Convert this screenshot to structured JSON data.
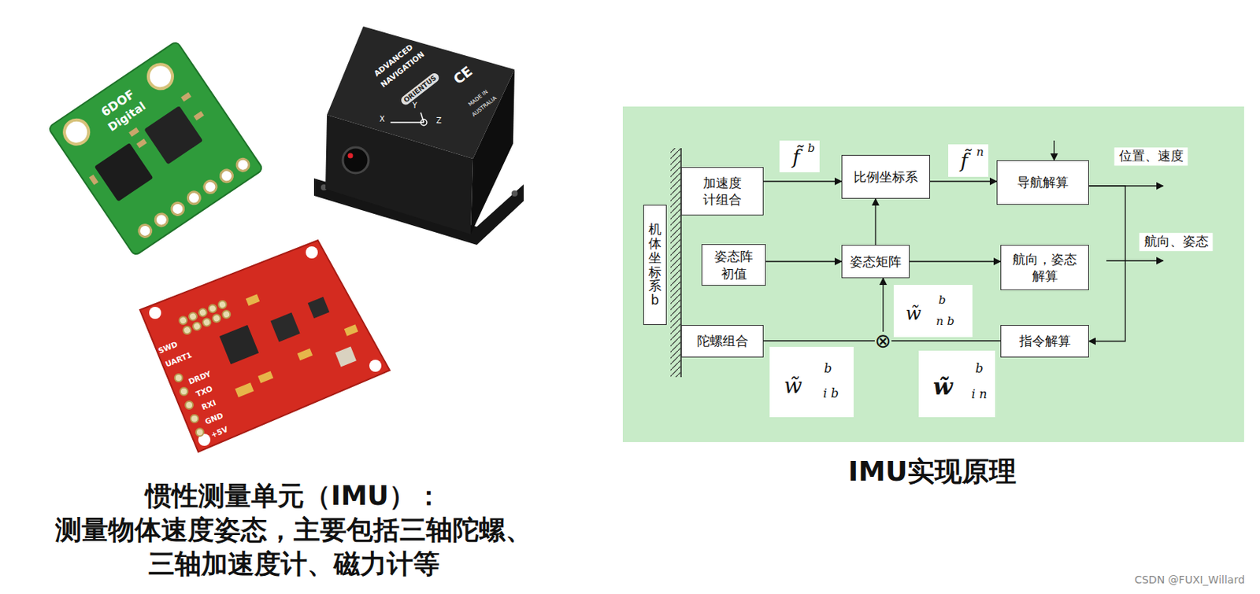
{
  "diagram": {
    "nodes": [
      {
        "text": [
          "机体坐标系b"
        ]
      },
      {
        "text": [
          "加速度计组合"
        ]
      },
      {
        "text": [
          "姿态阵初值"
        ]
      },
      {
        "text": [
          "陀螺组合"
        ]
      },
      {
        "text": [
          "比例坐标系"
        ]
      },
      {
        "text": [
          "姿态矩阵"
        ]
      },
      {
        "text": [
          "⊗"
        ]
      },
      {
        "text": [
          "导航解算"
        ]
      },
      {
        "text": [
          "航向，姿态解算"
        ]
      },
      {
        "text": [
          "指令解算"
        ]
      }
    ],
    "edges": [
      {
        "from": 1,
        "to": 4,
        "arrow": "to"
      },
      {
        "from": 4,
        "to": 7,
        "arrow": "to"
      },
      {
        "from": 2,
        "to": 5,
        "arrow": "to"
      },
      {
        "from": 5,
        "to": 4,
        "arrow": "to"
      },
      {
        "from": 5,
        "to": 8,
        "arrow": "to"
      },
      {
        "from": 3,
        "to": 6,
        "arrow": "none"
      },
      {
        "from": 6,
        "to": 5,
        "arrow": "to"
      },
      {
        "from": 9,
        "to": 6,
        "arrow": "none"
      },
      {
        "from": 7,
        "to": 9,
        "arrow": "to"
      }
    ],
    "labels": [
      "6DOF",
      "Digital",
      "ADVANCED",
      "NAVIGATION",
      "ORIENTUS",
      "CE",
      "MADE IN",
      "AUSTRALIA",
      "X",
      "Y",
      "Z",
      "SWD",
      "UART1",
      "DRDY",
      "TXO",
      "RXI",
      "GND",
      "+5V",
      "惯性测量单元（IMU）：",
      "测量物体速度姿态，主要包括三轴陀螺、 三轴加速度计、磁力计等",
      "IMU实现原理",
      "f̃",
      "b",
      "f̃",
      "n",
      "位置、速度",
      "航向、姿态",
      "w̃",
      "b",
      "n b",
      "w̃",
      "b",
      "i b",
      "w̃",
      "b",
      "i n",
      "CSDN @FUXI_Willard"
    ]
  }
}
